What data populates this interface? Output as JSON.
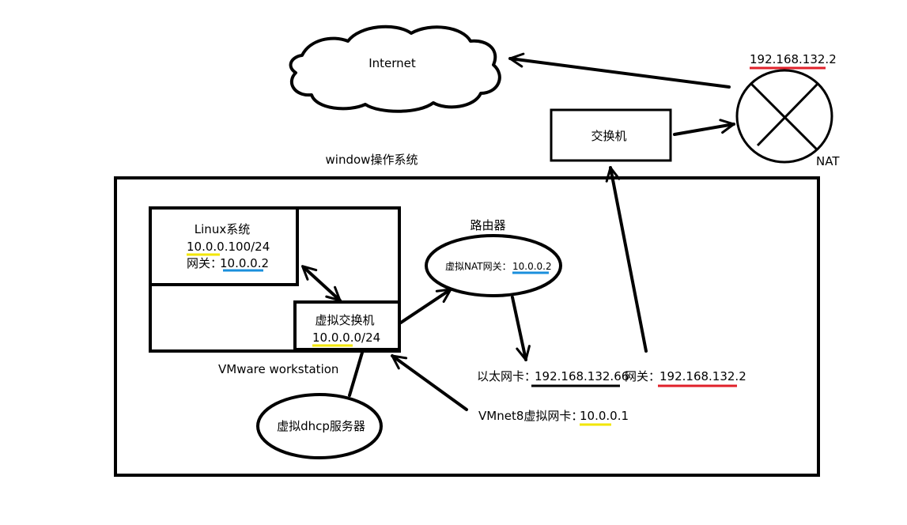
{
  "labels": {
    "internet": "Internet",
    "nat_ip": "192.168.132.2",
    "nat": "NAT",
    "switch": "交换机",
    "windows_os": "window操作系统",
    "linux_system": "Linux系统",
    "linux_ip": "10.0.0.100/24",
    "linux_gateway_prefix": "网关：",
    "linux_gateway_value": "10.0.0.2",
    "router": "路由器",
    "virtual_nat_prefix": "虚拟NAT网关：",
    "virtual_nat_value": "10.0.0.2",
    "virtual_switch": "虚拟交换机",
    "virtual_switch_subnet": "10.0.0.0/24",
    "vmware": "VMware workstation",
    "ethernet_prefix": "以太网卡：",
    "ethernet_ip": "192.168.132.66",
    "ethernet_gateway_prefix": "网关：",
    "ethernet_gateway_value": "192.168.132.2",
    "dhcp_server": "虚拟dhcp服务器",
    "vmnet8_prefix": "VMnet8虚拟网卡：",
    "vmnet8_ip": "10.0.0.1"
  },
  "colors": {
    "stroke": "#000000",
    "underline_red": "#e0202a",
    "underline_yellow": "#f2e600",
    "underline_blue": "#1a8fdc",
    "underline_black": "#000000"
  }
}
